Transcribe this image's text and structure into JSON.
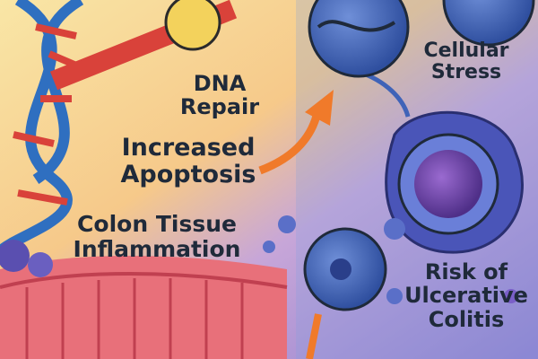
{
  "labels": {
    "dna_repair": [
      "DNA",
      "Repair"
    ],
    "apoptosis": [
      "Increased",
      "Apoptosis"
    ],
    "inflammation": [
      "Colon Tissue",
      "Inflammation"
    ],
    "stress": [
      "Cellular",
      "Stress"
    ],
    "colitis": [
      "Risk of",
      "Ulcerative",
      "Colitis"
    ]
  },
  "colors": {
    "warm_bg": "#f7d98a",
    "cool_bg": "#9f8fd6",
    "dna_blue": "#2f6fc0",
    "dna_red": "#d9423a",
    "arrow_orange": "#f07a2a",
    "cell_blue": "#3f63b8",
    "nucleus_purple": "#6a3fa0",
    "text": "#1f2a3a"
  }
}
